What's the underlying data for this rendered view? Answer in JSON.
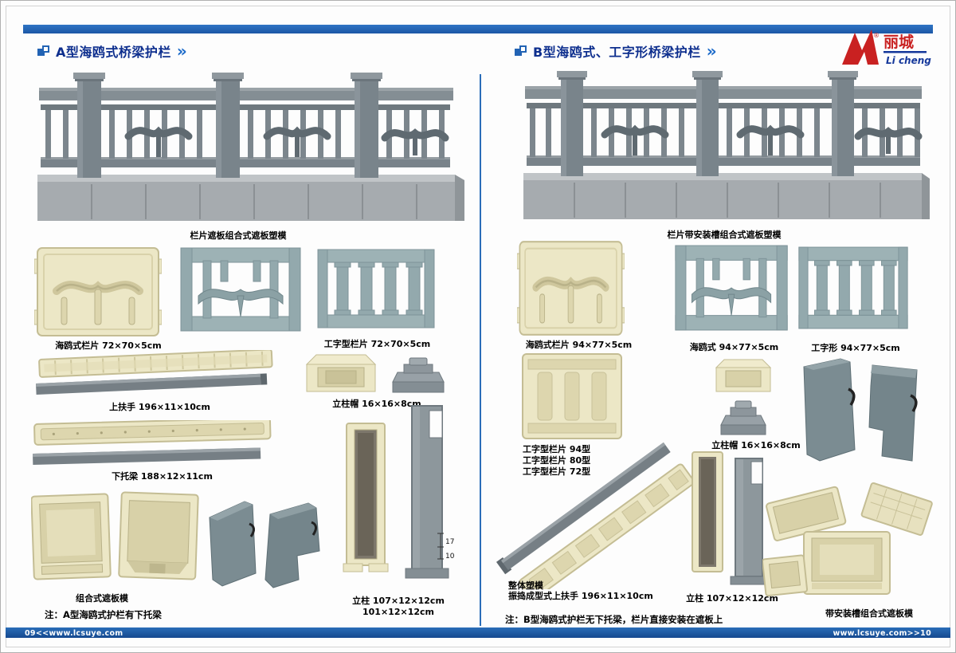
{
  "header": {
    "left_title": "A型海鸥式桥梁护栏",
    "right_title": "B型海鸥式、工字形桥梁护栏",
    "arrows": "»",
    "logo": {
      "cn": "丽城",
      "en": "Li cheng",
      "reg": "®"
    }
  },
  "left_page": {
    "hero_caption": "栏片遮板组合式遮板塑模",
    "captions": {
      "seagull_panel": "海鸥式栏片 72×70×5cm",
      "ibeam_panel": "工字型栏片 72×70×5cm",
      "top_handrail": "上扶手 196×11×10cm",
      "post_cap": "立柱帽 16×16×8cm",
      "bottom_beam": "下托梁 188×12×11cm",
      "combined_mold": "组合式遮板模",
      "post_line1": "立柱 107×12×12cm",
      "post_line2": "101×12×12cm",
      "dim_17": "17",
      "dim_10": "10"
    },
    "note": "注：A型海鸥式护栏有下托梁"
  },
  "right_page": {
    "hero_caption": "栏片带安装槽组合式遮板塑模",
    "captions": {
      "seagull_panel": "海鸥式栏片 94×77×5cm",
      "seagull": "海鸥式 94×77×5cm",
      "iform": "工字形 94×77×5cm",
      "ibeam_type_94": "工字型栏片 94型",
      "ibeam_type_80": "工字型栏片 80型",
      "ibeam_type_72": "工字型栏片 72型",
      "post_cap": "立柱帽 16×16×8cm",
      "whole_mold": "整体塑模",
      "vibration_handrail": "振捣成型式上扶手 196×11×10cm",
      "post": "立柱 107×12×12cm",
      "slot_mold": "带安装槽组合式遮板模"
    },
    "note": "注：B型海鸥式护栏无下托梁，栏片直接安装在遮板上"
  },
  "footer": {
    "left": "09<<www.lcsuye.com",
    "right": "www.lcsuye.com>>10"
  },
  "colors": {
    "bar_blue": "#2263b4",
    "title_navy": "#0e2f8e",
    "divider_blue": "#2a6db8",
    "logo_red": "#c92121",
    "mold_cream": "#ece7c6",
    "panel_steel": "#9db2b5",
    "railing_gray": "#858e94"
  }
}
